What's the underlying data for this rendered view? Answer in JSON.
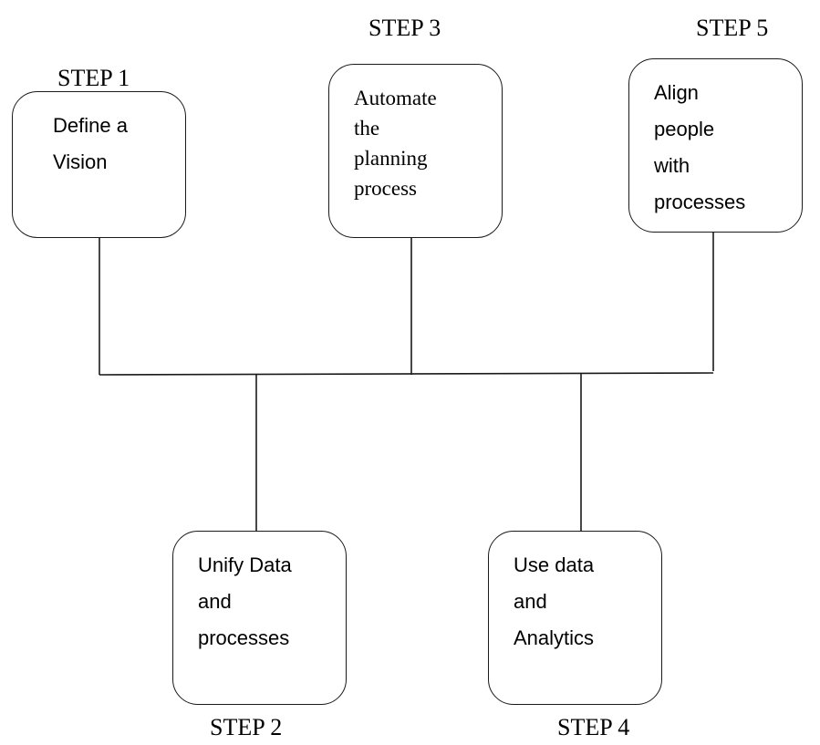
{
  "steps": [
    {
      "id": "step1",
      "label": "STEP 1",
      "text": "Define a\nVision"
    },
    {
      "id": "step2",
      "label": "STEP 2",
      "text": "Unify Data\nand\nprocesses"
    },
    {
      "id": "step3",
      "label": "STEP 3",
      "text": "Automate\nthe\nplanning\nprocess"
    },
    {
      "id": "step4",
      "label": "STEP 4",
      "text": "Use data\nand\nAnalytics"
    },
    {
      "id": "step5",
      "label": "STEP 5",
      "text": "Align\npeople\nwith\nprocesses"
    }
  ]
}
